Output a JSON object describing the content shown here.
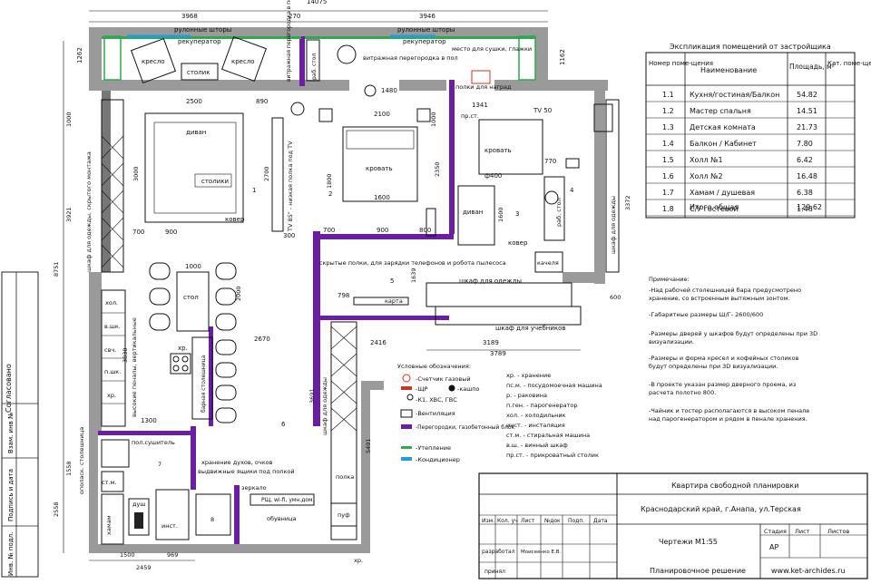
{
  "plan_labels": {
    "blinds_left": "рулонные шторы",
    "blinds_right": "рулонные шторы",
    "recuperator_left": "рекуператор",
    "recuperator_right": "рекуператор",
    "armchair_left": "кресло",
    "armchair_right": "кресло",
    "coffee_table": "столик",
    "glass_partition": "витражная перегородка в пол",
    "dryer_place": "место для сушки, глажки",
    "awards_shelves": "полки для наград",
    "desk_shelf": "раб. стол",
    "sofa_living": "диван",
    "small_tables": "столики",
    "rug_living": "ковер",
    "tv_hidden": "TV 85\" - низкая полка под TV",
    "bed": "кровать",
    "tv_50": "TV 50",
    "bed_kid": "кровать",
    "sofa_kid": "диван",
    "rug_kid": "ковер",
    "work_table": "раб. стол",
    "swing": "качеля",
    "pr_st": "пр.ст.",
    "hidden_shelves": "скрытые полки, для зарядки телефонов и робота пылесоса",
    "map": "карта",
    "wardrobe_clothes": "шкаф для одежды",
    "wardrobe_books": "шкаф для учебников",
    "table_dining": "стол",
    "bar_counter": "барная столешница",
    "fridge": "хол.",
    "wine": "в.шк.",
    "microwave": "свч.",
    "dishwasher": "п.шк.",
    "storage": "хр.",
    "tall_pencil": "высокие пеналы, вертикальные",
    "wardrobe_long": "шкаф для одежды",
    "wardrobe_left": "шкаф для одежды, скрытого монтажа",
    "dryer_floor": "пол.сушитель",
    "vanity": "ополаск. столешница",
    "washing": "ст.м.",
    "hammam": "хамам",
    "shower": "душ",
    "install": "инст.",
    "perfume_storage": "хранение духов, очков",
    "drawers": "выдвижные ящики под полкой",
    "mirror": "зеркало",
    "shelf_small": "полка",
    "pouf": "пуф",
    "rsh": "РЩ, wi-fi, умн.дом.",
    "shoes": "обувница",
    "storage2": "хр."
  },
  "dimensions": {
    "top_total": "14075",
    "d3968": "3968",
    "d270": "270",
    "d3946": "3946",
    "d1262": "1262",
    "d1162": "1162",
    "d1480": "1480",
    "d2500": "2500",
    "d890": "890",
    "d2100": "2100",
    "d1341": "1341",
    "d1000_a": "1000",
    "d3000": "3000",
    "d3921": "3921",
    "d8751": "8751",
    "d700": "700",
    "d900": "900",
    "d2700": "2700",
    "d300": "300",
    "d1600": "1600",
    "d2350": "2350",
    "d1800": "1800",
    "d3372": "3372",
    "d1639": "1639",
    "d798": "798",
    "d1000_b": "1000",
    "d2000": "2000",
    "d2670": "2670",
    "d2416": "2416",
    "d3189": "3189",
    "d3789": "3789",
    "d3830": "3830",
    "d1300": "1300",
    "d3691": "3691",
    "d5491": "5491",
    "d1558": "1558",
    "d2558": "2558",
    "d1500": "1500",
    "d969": "969",
    "d2459": "2459",
    "d770": "770",
    "d400": "ф400"
  },
  "explication": {
    "title": "Экспликация помещений от застройщика",
    "headers": [
      "Номер поме-щения",
      "Наименование",
      "Площадь, м²",
      "Кат. поме-щения"
    ],
    "rows": [
      [
        "1.1",
        "Кухня/гостиная/Балкон",
        "54.82",
        ""
      ],
      [
        "1.2",
        "Мастер спальня",
        "14.51",
        ""
      ],
      [
        "1.3",
        "Детская комната",
        "21.73",
        ""
      ],
      [
        "1.4",
        "Балкон / Кабинет",
        "7.80",
        ""
      ],
      [
        "1.5",
        "Холл №1",
        "6.42",
        ""
      ],
      [
        "1.6",
        "Холл №2",
        "16.48",
        ""
      ],
      [
        "1.7",
        "Хамам / душевая",
        "6.38",
        ""
      ],
      [
        "1.8",
        "С/У гостевой",
        "1.48",
        ""
      ],
      [
        "",
        "Итого общая",
        "129.62",
        ""
      ]
    ]
  },
  "notes": {
    "title": "Примечание:",
    "items": [
      "-Над рабочей столешницей бара предусмотрено",
      "хранение, со встроенным вытяжным зонтом.",
      "",
      "-Габаритные размеры Ш/Г- 2600/600",
      "",
      "-Размеры дверей у шкафов будут определены при 3D",
      "визуализации.",
      "",
      "-Размеры и форма кресел и кофейных столиков",
      "будут определены при 3D визуализации.",
      "",
      "-В проекте указан размер дверного проема, из",
      "расчета полотно 800.",
      "",
      "-Чайник и тостер располагаются в высоком пенале",
      "над парогенератором и рядом в пенале хранения."
    ]
  },
  "legend": {
    "title": "Условные обозначения:",
    "left": [
      "-Счетчик газовый",
      "-ЩР",
      "-кашпо",
      "-К1, ХВС, ГВС",
      "-Вентиляция",
      "-Перегородки, газобетонный блок",
      "-Утепление",
      "-Кондиционер"
    ],
    "right": [
      "хр. - хранение",
      "пс.м. - посудомоечная машина",
      "р. - раковина",
      "п.ген. - парогенератор",
      "хол. - холодильник",
      "инст. - инсталяция",
      "ст.м. - стиральная машина",
      "в.ш. - винный шкаф",
      "пр.ст. - прикроватный столик"
    ]
  },
  "title_block": {
    "project": "Квартира свободной планировки",
    "address": "Краснодарский край, г.Анапа, ул.Терская",
    "cols": [
      "Изм.",
      "Кол. уч",
      "Лист",
      "№док",
      "Подп.",
      "Дата"
    ],
    "drawings": "Чертежи М1:55",
    "stage_label": "Стадия",
    "sheet_label": "Лист",
    "sheets_label": "Листов",
    "stage_value": "АР",
    "developed_label": "разработал",
    "developer": "Моисеенко Е.В.",
    "checked_label": "принял",
    "sheet_title": "Планировочное решение",
    "website": "www.ket-archides.ru"
  },
  "side_stamp": {
    "agreed": "Согласовано",
    "inv_no": "Взам. инв №",
    "sign_date": "Подпись и дата",
    "inv_orig": "Инв. № подл."
  },
  "room_numbers": [
    "1",
    "2",
    "3",
    "4",
    "5",
    "6",
    "7",
    "8"
  ],
  "colors": {
    "partition": "#6a1fa3",
    "insulation": "#2fa84f",
    "conditioner": "#1f9fd6",
    "wall": "#9a9a9a",
    "shield": "#c0392b"
  }
}
